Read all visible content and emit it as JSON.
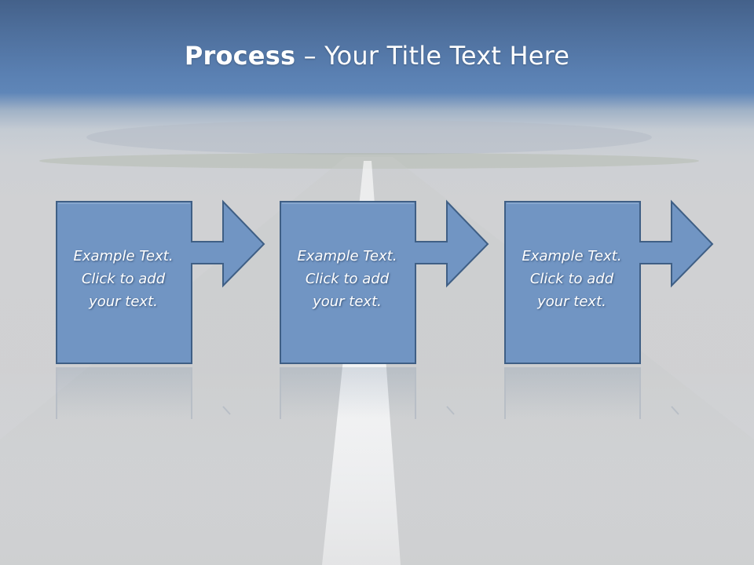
{
  "slide": {
    "title_bold": "Process",
    "title_rest": " – Your Title Text Here",
    "colors": {
      "sky": "#5a80b2",
      "shape_fill": "#7195c3",
      "shape_stroke": "#3f5f85",
      "road": "#d0d1d3"
    }
  },
  "steps": [
    {
      "lines": [
        "Example Text.",
        "Click  to add",
        "your text."
      ],
      "icon": "right-arrow"
    },
    {
      "lines": [
        "Example Text.",
        "Click  to add",
        "your text."
      ],
      "icon": "right-arrow"
    },
    {
      "lines": [
        "Example Text.",
        "Click  to add",
        "your text."
      ],
      "icon": "right-arrow"
    }
  ]
}
